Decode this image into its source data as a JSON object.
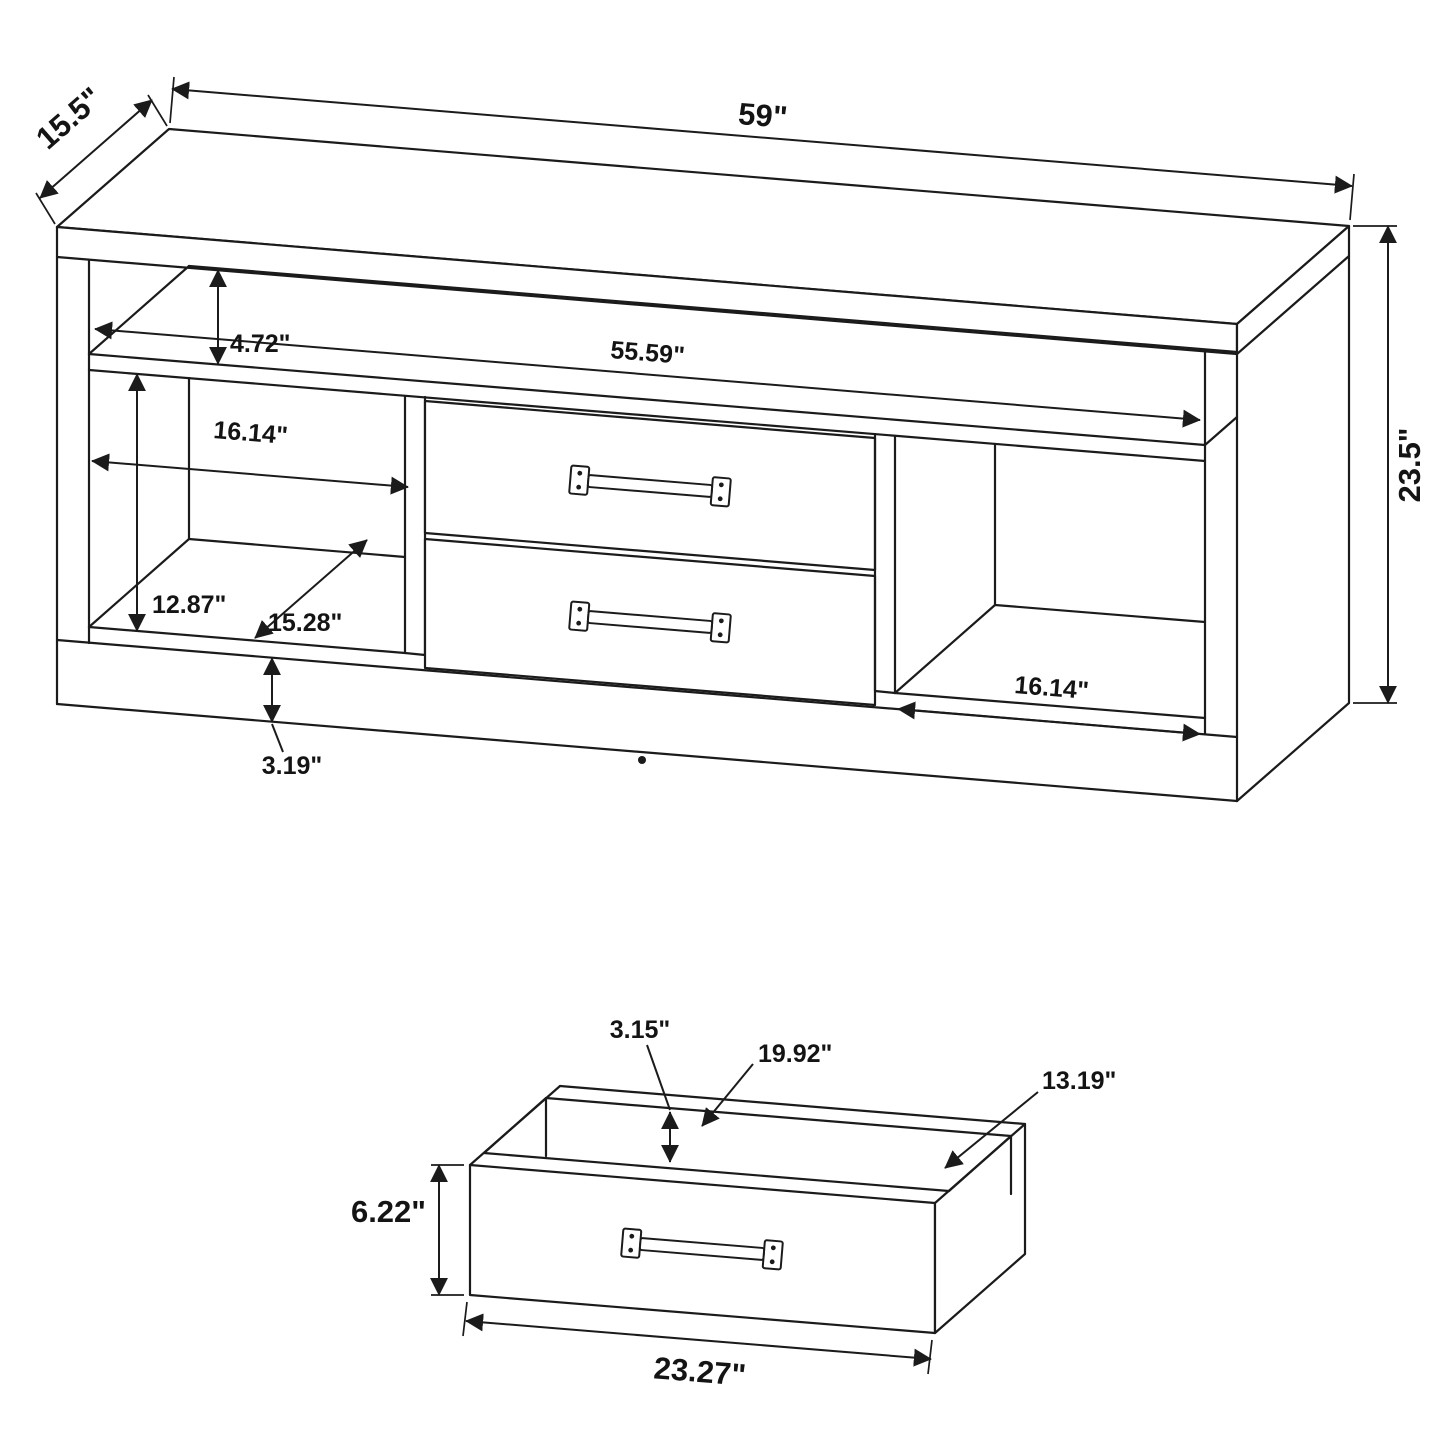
{
  "drawing": {
    "console": {
      "width": "59\"",
      "depth": "15.5\"",
      "overall_height": "23.5\"",
      "interior_width": "55.59\"",
      "shelf_opening_height": "4.72\"",
      "left_compartment_width": "16.14\"",
      "interior_height": "12.87\"",
      "compartment_depth": "15.28\"",
      "base_height": "3.19\"",
      "right_compartment_width": "16.14\""
    },
    "drawer": {
      "front_width": "23.27\"",
      "front_height": "6.22\"",
      "wall_height": "3.15\"",
      "interior_length": "19.92\"",
      "interior_width": "13.19\""
    },
    "colors": {
      "line": "#1b1b1b",
      "background": "#ffffff"
    }
  }
}
